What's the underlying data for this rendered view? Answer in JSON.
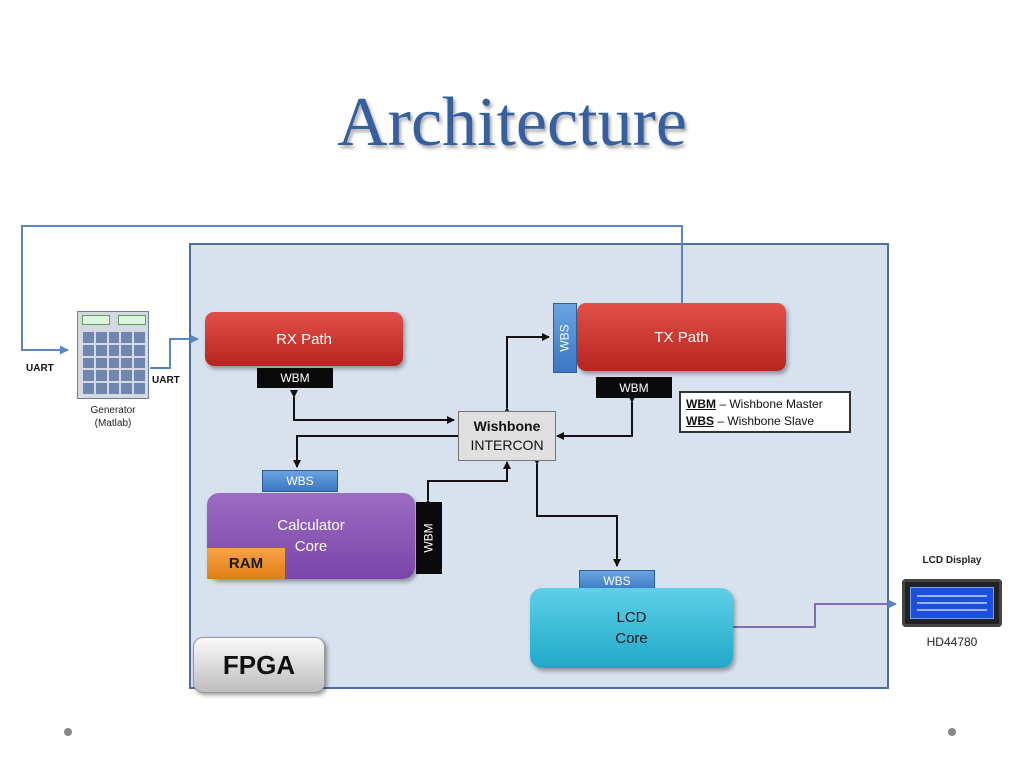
{
  "slide": {
    "title": "Architecture"
  },
  "blocks": {
    "rx_path": "RX Path",
    "tx_path": "TX Path",
    "calculator_line1": "Calculator",
    "calculator_line2": "Core",
    "ram": "RAM",
    "lcd_line1": "LCD",
    "lcd_line2": "Core",
    "wishbone_line1": "Wishbone",
    "wishbone_line2": "INTERCON",
    "fpga": "FPGA"
  },
  "ports": {
    "wbm": "WBM",
    "wbs": "WBS"
  },
  "legend": {
    "wbm_abbr": "WBM",
    "wbm_text": " – Wishbone Master",
    "wbs_abbr": "WBS",
    "wbs_text": " – Wishbone Slave"
  },
  "external": {
    "generator_line1": "Generator",
    "generator_line2": "(Matlab)",
    "uart_left": "UART",
    "uart_right": "UART",
    "lcd_display_title": "LCD Display",
    "lcd_model": "HD44780"
  },
  "colors": {
    "title": "#365f9e",
    "fpga_background": "#d8e2ef",
    "rx_tx": "#c8302b",
    "calculator": "#8a56b8",
    "lcd_core": "#34bcd9",
    "ram": "#ef8f20",
    "wbs_port": "#4a8ad4",
    "wbm_port": "#0a0a0a",
    "uart_link": "#5a86c0",
    "lcd_link": "#8a6ab0"
  }
}
